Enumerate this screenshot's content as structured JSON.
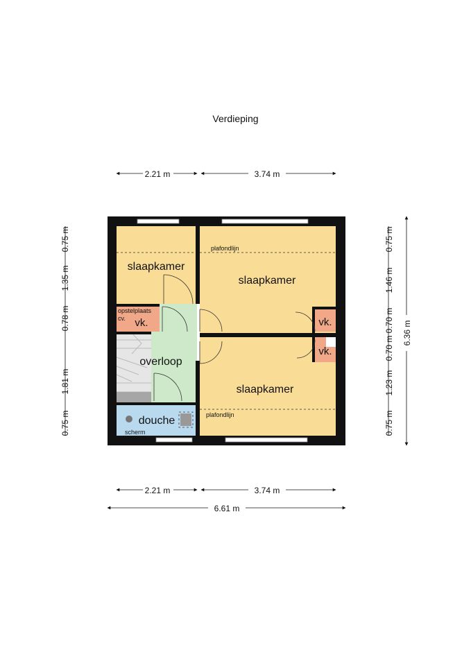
{
  "title": "Verdieping",
  "rooms": {
    "bedroom_top_left": "slaapkamer",
    "bedroom_top_right": "slaapkamer",
    "bedroom_bottom_right": "slaapkamer",
    "landing": "overloop",
    "shower": "douche",
    "storage_label": "opstelplaats",
    "storage_sub": "cv.",
    "closet_left": "vk.",
    "closet_right_top": "vk.",
    "closet_right_bottom": "vk.",
    "screen": "scherm"
  },
  "annotations": {
    "ceiling_line_top": "plafondlijn",
    "ceiling_line_bottom": "plafondlijn"
  },
  "dimensions": {
    "top": [
      "2.21 m",
      "3.74 m"
    ],
    "bottom": [
      "2.21 m",
      "3.74 m"
    ],
    "bottom_total": "6.61 m",
    "left": [
      "0.75 m",
      "1.35 m",
      "0.78 m",
      "1.81 m",
      "0.75 m"
    ],
    "right_segments": [
      "0.75 m",
      "1.46 m",
      "0.70 m",
      "0.70 m",
      "1.23 m",
      "0.75 m"
    ],
    "right_total": "6.36 m"
  },
  "colors": {
    "bedroom": "#f9dc96",
    "landing": "#cde9c9",
    "shower": "#b9d9ef",
    "closet": "#f0a889",
    "stair": "#e6e6e6",
    "wall": "#111111"
  }
}
